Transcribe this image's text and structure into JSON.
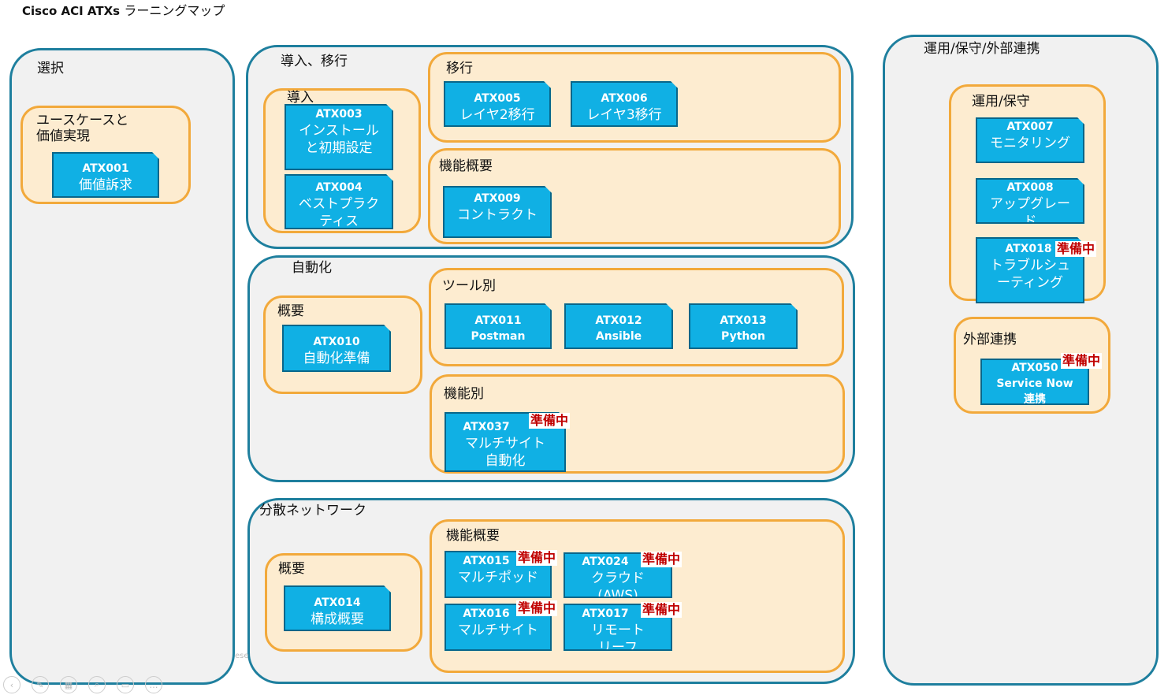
{
  "title": {
    "prefix": "Cisco ACI ATXs",
    "suffix": "ラーニングマップ"
  },
  "groups": {
    "sentaku": "選択",
    "dounyu_ikou": "導入、移行",
    "jidouka": "自動化",
    "bunsan": "分散ネットワーク",
    "unyou_gaibu": "運用/保守/外部連携"
  },
  "subs": {
    "usecase": "ユースケースと\n価値実現",
    "dounyu": "導入",
    "ikou": "移行",
    "kinou_gaiyou1": "機能概要",
    "gaiyou_auto": "概要",
    "tool": "ツール別",
    "kinou_betsu": "機能別",
    "gaiyou_bunsan": "概要",
    "kinou_gaiyou2": "機能概要",
    "unyou": "運用/保守",
    "gaibu": "外部連携"
  },
  "cards": {
    "atx001": {
      "code": "ATX001",
      "name": "価値訴求"
    },
    "atx003": {
      "code": "ATX003",
      "name": "インストールと初期設定"
    },
    "atx004": {
      "code": "ATX004",
      "name": "ベストプラクティス"
    },
    "atx005": {
      "code": "ATX005",
      "name": "レイヤ2移行"
    },
    "atx006": {
      "code": "ATX006",
      "name": "レイヤ3移行"
    },
    "atx009": {
      "code": "ATX009",
      "name": "コントラクト"
    },
    "atx010": {
      "code": "ATX010",
      "name": "自動化準備"
    },
    "atx011": {
      "code": "ATX011",
      "name": "Postman"
    },
    "atx012": {
      "code": "ATX012",
      "name": "Ansible"
    },
    "atx013": {
      "code": "ATX013",
      "name": "Python"
    },
    "atx037": {
      "code": "ATX037",
      "name": "マルチサイト自動化"
    },
    "atx014": {
      "code": "ATX014",
      "name": "構成概要"
    },
    "atx015": {
      "code": "ATX015",
      "name": "マルチポッド"
    },
    "atx024": {
      "code": "ATX024",
      "name": "クラウド(AWS)"
    },
    "atx016": {
      "code": "ATX016",
      "name": "マルチサイト"
    },
    "atx017": {
      "code": "ATX017",
      "name": "リモートリーフ"
    },
    "atx007": {
      "code": "ATX007",
      "name": "モニタリング"
    },
    "atx008": {
      "code": "ATX008",
      "name": "アップグレード"
    },
    "atx018": {
      "code": "ATX018",
      "name": "トラブルシューティング"
    },
    "atx050": {
      "code": "ATX050",
      "name": "Service Now連携"
    }
  },
  "badge": "準備中",
  "ghost_text": "ese"
}
